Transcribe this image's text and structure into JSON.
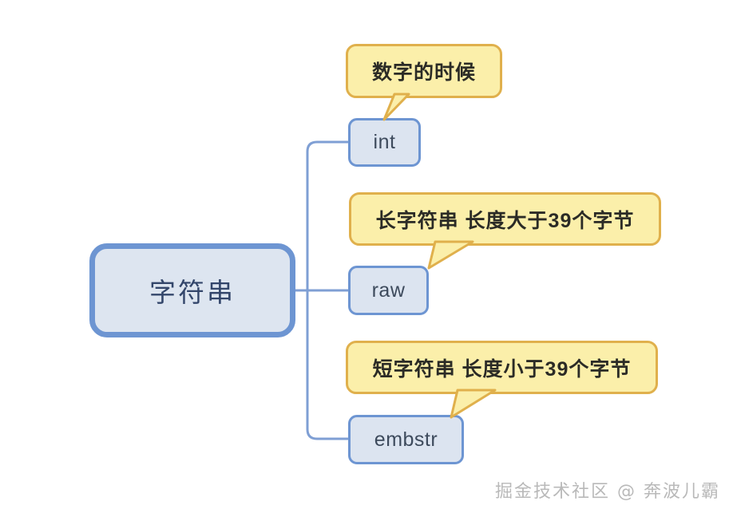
{
  "diagram": {
    "type": "mind-map",
    "background_color": "#ffffff",
    "root": {
      "label": "字符串",
      "fill_color": "#dde5f0",
      "border_color": "#6d95d2"
    },
    "branches": [
      {
        "id": "int",
        "label": "int",
        "fill_color": "#dce4f0",
        "border_color": "#6d95d2",
        "note": {
          "label": "数字的时候",
          "fill_color": "#fbefaa",
          "border_color": "#e0b04c"
        }
      },
      {
        "id": "raw",
        "label": "raw",
        "fill_color": "#dce4f0",
        "border_color": "#6d95d2",
        "note": {
          "label": "长字符串 长度大于39个字节",
          "fill_color": "#fbefaa",
          "border_color": "#e0b04c"
        }
      },
      {
        "id": "embstr",
        "label": "embstr",
        "fill_color": "#dce4f0",
        "border_color": "#6d95d2",
        "note": {
          "label": "短字符串 长度小于39个字节",
          "fill_color": "#fbefaa",
          "border_color": "#e0b04c"
        }
      }
    ],
    "connector_color": "#7f9fd4"
  },
  "watermark": {
    "text": "掘金技术社区 @ 奔波儿霸",
    "color": "#b9b9b9"
  }
}
